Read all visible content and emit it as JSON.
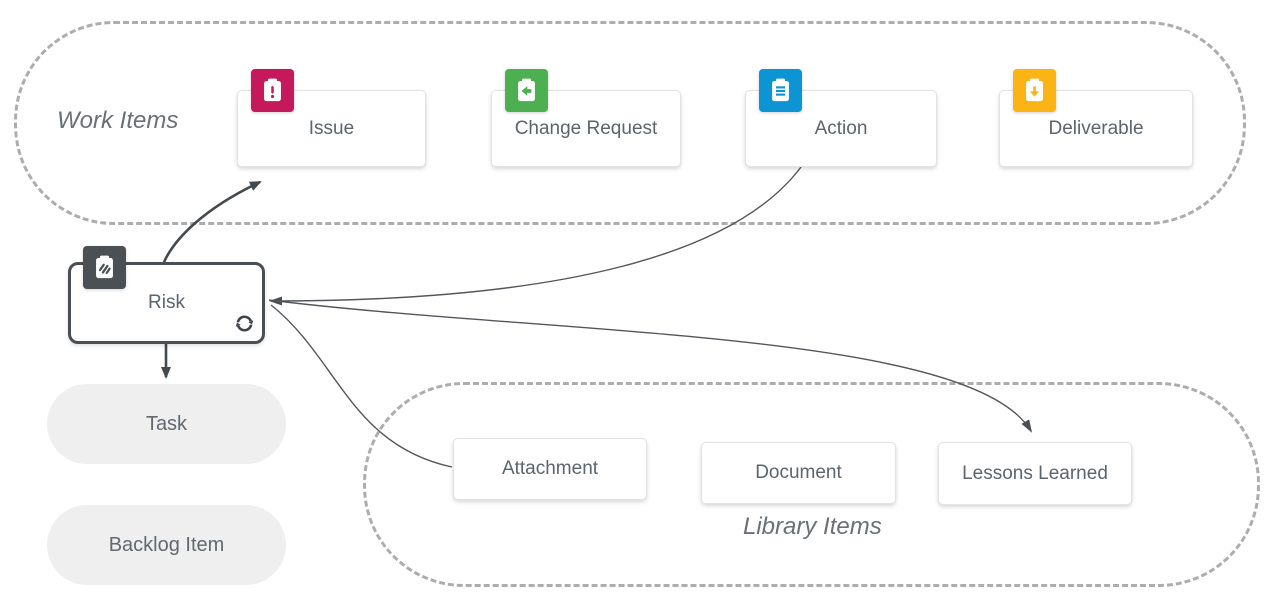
{
  "groups": {
    "work_items": {
      "label": "Work Items"
    },
    "library_items": {
      "label": "Library Items"
    }
  },
  "nodes": {
    "issue": {
      "label": "Issue",
      "icon": "clipboard-exclamation-icon",
      "badge_color": "#C5195C"
    },
    "change_request": {
      "label": "Change Request",
      "icon": "clipboard-arrow-left-icon",
      "badge_color": "#4CAF50"
    },
    "action": {
      "label": "Action",
      "icon": "clipboard-list-icon",
      "badge_color": "#0D94D2"
    },
    "deliverable": {
      "label": "Deliverable",
      "icon": "clipboard-arrow-down-icon",
      "badge_color": "#FBB416"
    },
    "risk": {
      "label": "Risk",
      "icon": "clipboard-hatch-icon",
      "badge_color": "#4B5055",
      "corner_icon": "sync-icon"
    },
    "task": {
      "label": "Task"
    },
    "backlog_item": {
      "label": "Backlog Item"
    },
    "attachment": {
      "label": "Attachment"
    },
    "document": {
      "label": "Document"
    },
    "lessons_learned": {
      "label": "Lessons Learned"
    }
  },
  "edges": [
    {
      "from": "risk",
      "to": "issue",
      "arrow_at": "issue",
      "weight": "thick"
    },
    {
      "from": "risk",
      "to": "task",
      "arrow_at": "task",
      "weight": "thick"
    },
    {
      "from": "action",
      "to": "risk",
      "arrow_at": "risk",
      "weight": "thin"
    },
    {
      "from": "attachment",
      "to": "risk",
      "arrow_at": "risk",
      "weight": "thin"
    },
    {
      "from": "risk",
      "to": "lessons_learned",
      "arrow_at": "lessons_learned",
      "weight": "thin"
    }
  ],
  "colors": {
    "issue_badge": "#C5195C",
    "change_request_badge": "#4CAF50",
    "action_badge": "#0D94D2",
    "deliverable_badge": "#FBB416",
    "risk_badge": "#4B5055",
    "risk_border": "#4A4F54",
    "connector": "#4B5055",
    "group_border": "#ADADAD",
    "pill_background": "#EFEFEF",
    "card_background": "#FFFFFF",
    "label_text": "#5C646D"
  }
}
